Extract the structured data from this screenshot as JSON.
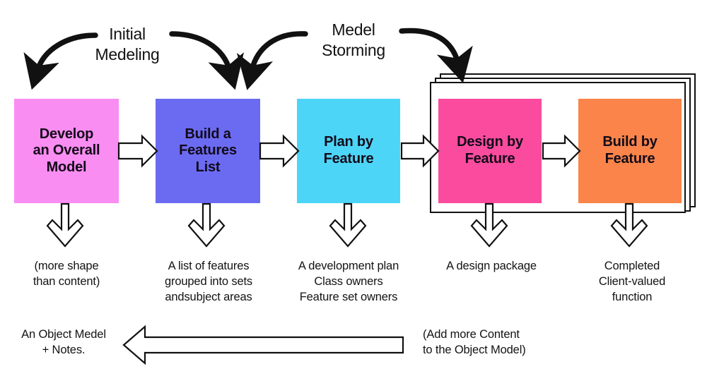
{
  "diagram": {
    "title": "Feature Driven Development process flow",
    "background": "#ffffff"
  },
  "group_labels": [
    {
      "id": "initial-modeling",
      "text": "Initial\nMedeling"
    },
    {
      "id": "model-storming",
      "text": "Medel\nStorming"
    }
  ],
  "phases": [
    {
      "id": "develop-an-overall-model",
      "label": "Develop\nan Overall\nModel",
      "color": "#F98DF2",
      "output": "(more shape\nthan content)"
    },
    {
      "id": "build-a-features-list",
      "label": "Build a\nFeatures\nList",
      "color": "#6B6BF2",
      "output": "A list of features\ngrouped into sets\nandsubject areas"
    },
    {
      "id": "plan-by-feature",
      "label": "Plan by\nFeature",
      "color": "#4DD5F7",
      "output": "A development plan\nClass owners\nFeature set owners"
    },
    {
      "id": "design-by-feature",
      "label": "Design by\nFeature",
      "color": "#FA4B9E",
      "output": "A design package"
    },
    {
      "id": "build-by-feature",
      "label": "Build by\nFeature",
      "color": "#FA8449",
      "output": "Completed\nClient-valued\nfunction"
    }
  ],
  "iteration_container": {
    "id": "iteration-stack",
    "stroke": "#111111",
    "fill": "#ffffff",
    "layers": 3
  },
  "feedback": {
    "left_label": "An Object Medel\n+ Notes.",
    "right_label": "(Add more Content\nto the Object Model)",
    "direction": "right-to-left"
  },
  "connectors": {
    "flow_arrow_count": 4,
    "output_arrow_count": 5,
    "stroke": "#111111",
    "fill": "#ffffff"
  }
}
